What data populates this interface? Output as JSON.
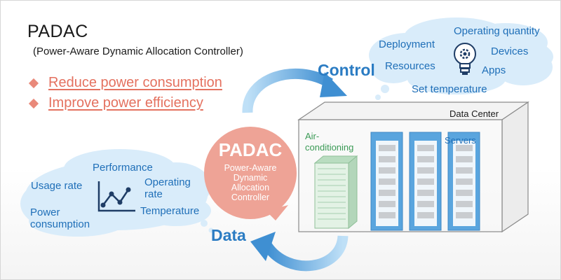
{
  "heading": {
    "title": "PADAC",
    "subtitle": "(Power-Aware Dynamic Allocation Controller)"
  },
  "benefits": [
    "Reduce power consumption",
    "Improve power efficiency"
  ],
  "control_cloud": {
    "arrow_label": "Control",
    "items": [
      "Operating quantity",
      "Deployment",
      "Devices",
      "Resources",
      "Apps",
      "Set temperature"
    ],
    "icon": "lightbulb-gear-icon"
  },
  "data_cloud": {
    "arrow_label": "Data",
    "items": [
      "Performance",
      "Usage rate",
      "Operating",
      "rate",
      "Power",
      "consumption",
      "Temperature"
    ],
    "icon": "line-graph-icon"
  },
  "controller": {
    "name": "PADAC",
    "lines": [
      "Power-Aware",
      "Dynamic",
      "Allocation",
      "Controller"
    ]
  },
  "datacenter": {
    "label": "Data Center",
    "aircon_label_1": "Air-",
    "aircon_label_2": "conditioning",
    "servers_label": "Servers"
  },
  "colors": {
    "accent_red": "#e4715f",
    "bubble": "#eea396",
    "cloud": "#d9ecfa",
    "blue_text": "#1f6fb8",
    "arrow_blue": "#4f9ad6",
    "server_blue": "#6fb1e4",
    "aircon_green": "#cfe8d2"
  }
}
